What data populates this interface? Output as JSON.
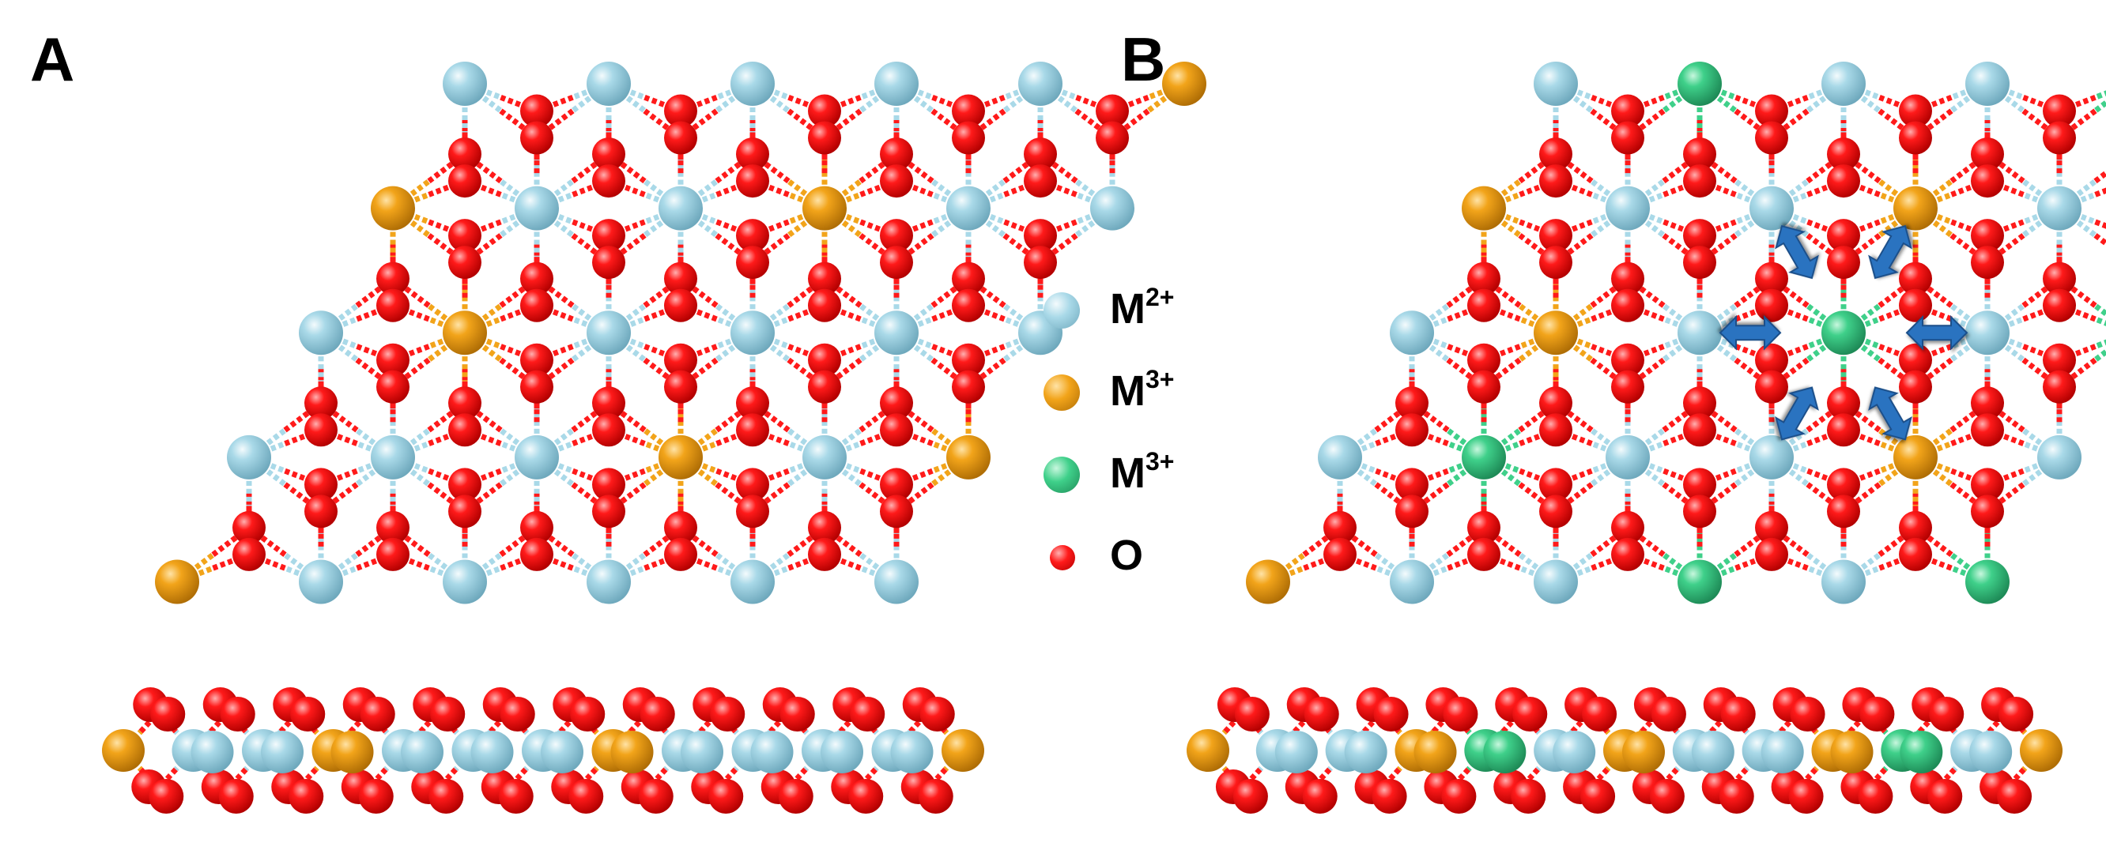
{
  "panels": [
    {
      "label": "A"
    },
    {
      "label": "B"
    }
  ],
  "legend": [
    {
      "symbol": "M",
      "charge": "2+",
      "color": "#a9d9e8"
    },
    {
      "symbol": "M",
      "charge": "3+",
      "color": "#f2a41a"
    },
    {
      "symbol": "M",
      "charge": "3+",
      "color": "#3fd08a"
    },
    {
      "symbol": "O",
      "charge": "",
      "color": "#ff1a1a"
    }
  ],
  "colors": {
    "m2_plus": "#a9d9e8",
    "m3_plus_orange": "#f2a41a",
    "m3_plus_green": "#3fd08a",
    "oxygen": "#ff1a1a",
    "arrow": "#2a73c0"
  },
  "structures": {
    "panel_a_top_grid": [
      "BBBBBO",
      "OBBOBB",
      "BOBBBB",
      "BBBOBO",
      "OBBBBB"
    ],
    "panel_b_top_grid": [
      "BGBBGO",
      "OBBOBB",
      "BOBGBG",
      "BGBBOB",
      "OBBGBG"
    ],
    "panel_a_side_metals": "OBBOBBBOBBBBO",
    "panel_b_side_metals": "OBBOGBOBBOGBO"
  },
  "icons": [
    "double-headed-arrow-icon"
  ]
}
